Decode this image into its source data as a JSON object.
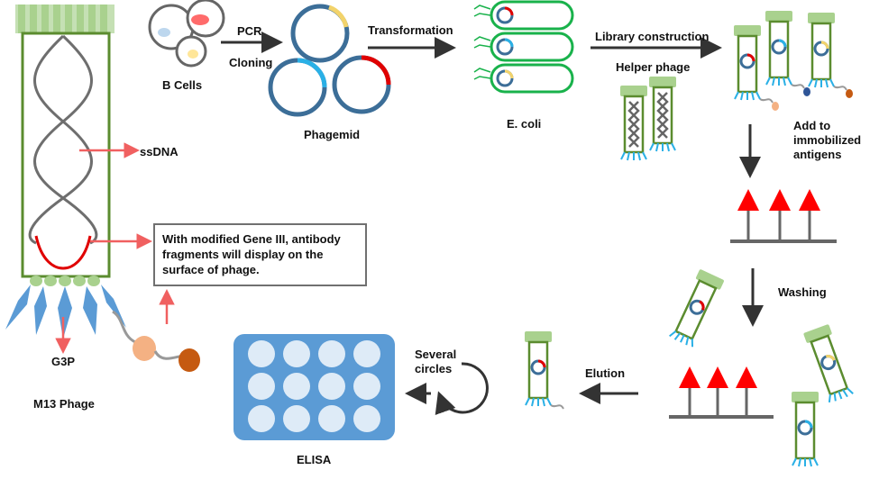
{
  "labels": {
    "m13_phage": "M13 Phage",
    "ssdna": "ssDNA",
    "g3p": "G3P",
    "b_cells": "B Cells",
    "pcr": "PCR",
    "cloning": "Cloning",
    "phagemid": "Phagemid",
    "transformation": "Transformation",
    "e_coli": "E. coli",
    "library_construction": "Library construction",
    "helper_phage": "Helper phage",
    "add_to_antigens": "Add to immobilized antigens",
    "washing": "Washing",
    "elution": "Elution",
    "several_circles": "Several circles",
    "elisa": "ELISA"
  },
  "gene_iii_note": "With modified Gene III, antibody fragments will display on the surface of phage.",
  "colors": {
    "phage_green": "#5b8c2f",
    "cap_green": "#a9d18e",
    "helix_gray": "#6e6e6e",
    "red": "#e00000",
    "arrow_red": "#f06060",
    "plasmid_blue": "#3c6e98",
    "yellow": "#f2d36b",
    "cyan": "#2ab0e6",
    "ecoli_green": "#19b24b",
    "antigen_red": "#ff0000",
    "elisa_blue": "#5b9bd5",
    "well": "#deebf7",
    "dark_arrow": "#333333"
  }
}
